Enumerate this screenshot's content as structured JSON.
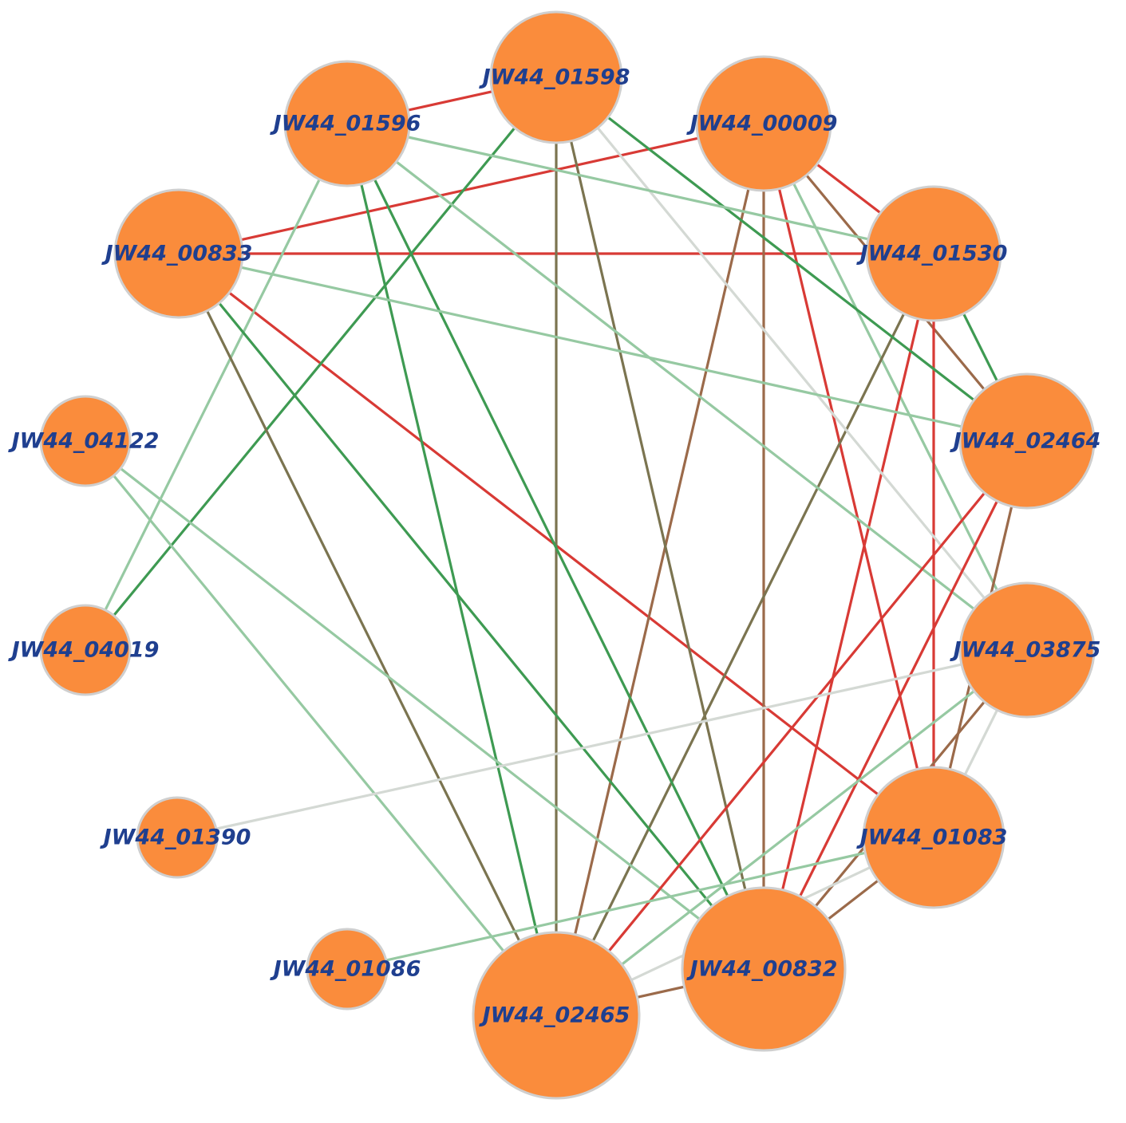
{
  "colors": {
    "node_fill": "#fa8c3c",
    "label": "#1f3f8f",
    "edge_red": "#d83a35",
    "edge_brown": "#9b6a4a",
    "edge_olive": "#7b7450",
    "edge_green": "#3e9a52",
    "edge_lightgreen": "#96c9a2",
    "edge_gray": "#d4d9d4"
  },
  "nodes": [
    {
      "id": "n01598",
      "label": "JW44_01598",
      "size": "large"
    },
    {
      "id": "n01596",
      "label": "JW44_01596",
      "size": "large"
    },
    {
      "id": "n00009",
      "label": "JW44_00009",
      "size": "large"
    },
    {
      "id": "n00833",
      "label": "JW44_00833",
      "size": "large"
    },
    {
      "id": "n01530",
      "label": "JW44_01530",
      "size": "large"
    },
    {
      "id": "n04122",
      "label": "JW44_04122",
      "size": "small"
    },
    {
      "id": "n02464",
      "label": "JW44_02464",
      "size": "large"
    },
    {
      "id": "n04019",
      "label": "JW44_04019",
      "size": "small"
    },
    {
      "id": "n03875",
      "label": "JW44_03875",
      "size": "large"
    },
    {
      "id": "n01390",
      "label": "JW44_01390",
      "size": "small"
    },
    {
      "id": "n01083",
      "label": "JW44_01083",
      "size": "large"
    },
    {
      "id": "n01086",
      "label": "JW44_01086",
      "size": "small"
    },
    {
      "id": "n00832",
      "label": "JW44_00832",
      "size": "extra-large"
    },
    {
      "id": "n02465",
      "label": "JW44_02465",
      "size": "extra-large"
    }
  ],
  "edges": [
    {
      "source": "n01596",
      "target": "n01598",
      "color": "red"
    },
    {
      "source": "n00833",
      "target": "n00009",
      "color": "red"
    },
    {
      "source": "n00833",
      "target": "n01530",
      "color": "red"
    },
    {
      "source": "n00833",
      "target": "n01083",
      "color": "red"
    },
    {
      "source": "n00009",
      "target": "n01530",
      "color": "red"
    },
    {
      "source": "n00009",
      "target": "n00832",
      "color": "brown"
    },
    {
      "source": "n00009",
      "target": "n02465",
      "color": "brown"
    },
    {
      "source": "n00009",
      "target": "n01083",
      "color": "red"
    },
    {
      "source": "n00009",
      "target": "n02464",
      "color": "brown"
    },
    {
      "source": "n00009",
      "target": "n03875",
      "color": "lightgreen"
    },
    {
      "source": "n01530",
      "target": "n02464",
      "color": "green"
    },
    {
      "source": "n01530",
      "target": "n01083",
      "color": "red"
    },
    {
      "source": "n01530",
      "target": "n00832",
      "color": "red"
    },
    {
      "source": "n01530",
      "target": "n02465",
      "color": "olive"
    },
    {
      "source": "n01598",
      "target": "n02465",
      "color": "olive"
    },
    {
      "source": "n01598",
      "target": "n00832",
      "color": "olive"
    },
    {
      "source": "n01598",
      "target": "n04019",
      "color": "green"
    },
    {
      "source": "n01598",
      "target": "n02464",
      "color": "green"
    },
    {
      "source": "n01598",
      "target": "n03875",
      "color": "gray"
    },
    {
      "source": "n01596",
      "target": "n02465",
      "color": "green"
    },
    {
      "source": "n01596",
      "target": "n00832",
      "color": "green"
    },
    {
      "source": "n01596",
      "target": "n04019",
      "color": "lightgreen"
    },
    {
      "source": "n01596",
      "target": "n01530",
      "color": "lightgreen"
    },
    {
      "source": "n01596",
      "target": "n03875",
      "color": "lightgreen"
    },
    {
      "source": "n00833",
      "target": "n02465",
      "color": "olive"
    },
    {
      "source": "n00833",
      "target": "n00832",
      "color": "green"
    },
    {
      "source": "n00833",
      "target": "n02464",
      "color": "lightgreen"
    },
    {
      "source": "n04122",
      "target": "n02465",
      "color": "lightgreen"
    },
    {
      "source": "n04122",
      "target": "n00832",
      "color": "lightgreen"
    },
    {
      "source": "n02464",
      "target": "n02465",
      "color": "red"
    },
    {
      "source": "n02464",
      "target": "n00832",
      "color": "red"
    },
    {
      "source": "n02464",
      "target": "n01083",
      "color": "brown"
    },
    {
      "source": "n03875",
      "target": "n00832",
      "color": "brown"
    },
    {
      "source": "n03875",
      "target": "n02465",
      "color": "lightgreen"
    },
    {
      "source": "n03875",
      "target": "n01083",
      "color": "gray"
    },
    {
      "source": "n01390",
      "target": "n03875",
      "color": "gray"
    },
    {
      "source": "n01086",
      "target": "n01083",
      "color": "lightgreen"
    },
    {
      "source": "n01083",
      "target": "n00832",
      "color": "brown"
    },
    {
      "source": "n01083",
      "target": "n02465",
      "color": "gray"
    },
    {
      "source": "n00832",
      "target": "n02465",
      "color": "brown"
    }
  ]
}
